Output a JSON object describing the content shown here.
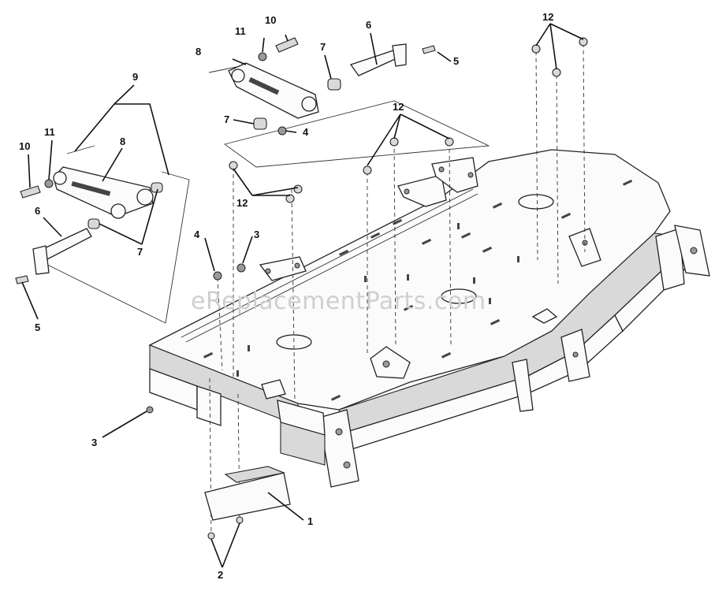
{
  "watermark": "eReplacementParts.com",
  "callouts": {
    "c1": "1",
    "c2": "2",
    "c3a": "3",
    "c3b": "3",
    "c4a": "4",
    "c4b": "4",
    "c5a": "5",
    "c5b": "5",
    "c6a": "6",
    "c6b": "6",
    "c7a": "7",
    "c7b": "7",
    "c7c": "7",
    "c8a": "8",
    "c8b": "8",
    "c9": "9",
    "c10a": "10",
    "c10b": "10",
    "c11a": "11",
    "c11b": "11",
    "c12a": "12",
    "c12b": "12",
    "c12c": "12"
  }
}
